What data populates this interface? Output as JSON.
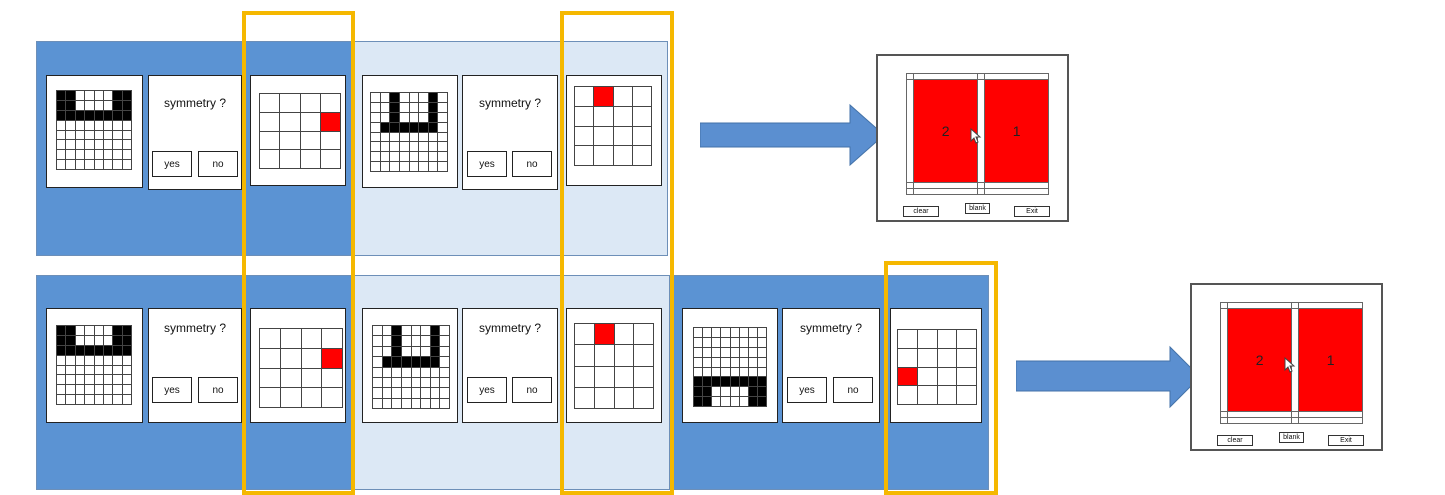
{
  "question": "symmetry ?",
  "yes_label": "yes",
  "no_label": "no",
  "recall": {
    "clear_label": "clear",
    "blank_label": "blank",
    "exit_label": "Exit",
    "first_label": "1",
    "second_label": "2"
  },
  "colors": {
    "band_dark": "#5b93d3",
    "band_light": "#dce8f5",
    "highlight": "#f5b800",
    "target": "#ff0000",
    "arrow": "#5b8fd0"
  }
}
